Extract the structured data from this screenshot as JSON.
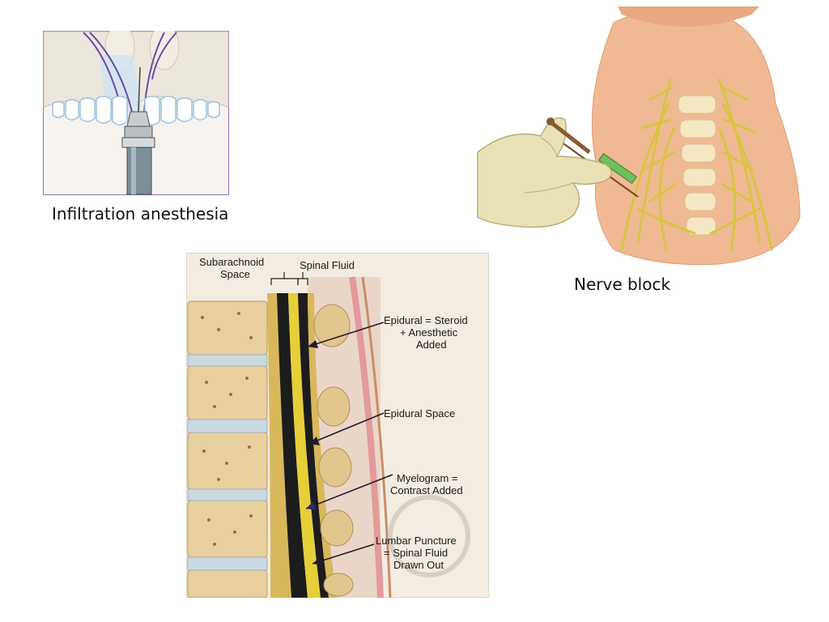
{
  "slide": {
    "panels": {
      "infiltration": {
        "caption": "Infiltration anesthesia"
      },
      "nerve_block": {
        "caption": "Nerve block"
      },
      "spinal": {
        "labels": {
          "subarachnoid_1": "Subarachnoid",
          "subarachnoid_2": "Space",
          "spinal_fluid": "Spinal Fluid",
          "epidural_1": "Epidural = Steroid",
          "epidural_2": "+ Anesthetic",
          "epidural_3": "Added",
          "epidural_space": "Epidural Space",
          "myelogram_1": "Myelogram =",
          "myelogram_2": "Contrast Added",
          "lumbar_1": "Lumbar Puncture",
          "lumbar_2": "= Spinal Fluid",
          "lumbar_3": "Drawn Out"
        }
      }
    }
  }
}
